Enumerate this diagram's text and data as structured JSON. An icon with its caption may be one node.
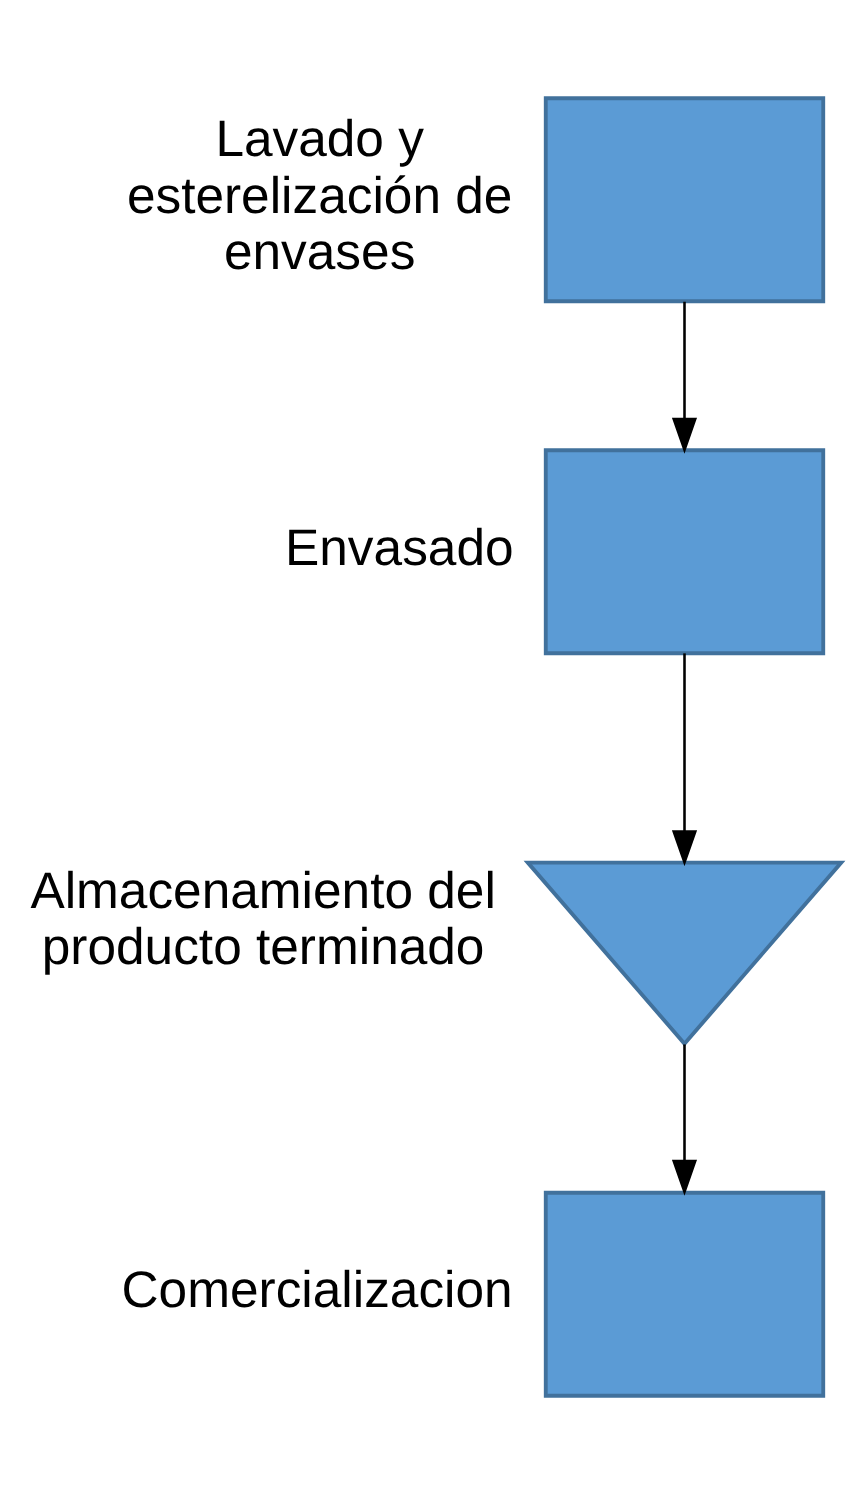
{
  "diagram": {
    "nodes": [
      {
        "text": [],
        "shape": "box",
        "beside": [
          "Lavado y esterelización de envases"
        ]
      },
      {
        "text": [],
        "shape": "box",
        "beside": [
          "Envasado"
        ]
      },
      {
        "text": [],
        "shape": "triangle",
        "beside": [
          "Almacenamiento del producto terminado"
        ]
      },
      {
        "text": [],
        "shape": "box",
        "beside": [
          "Comercializacion"
        ]
      }
    ],
    "edges": [
      {
        "from": 0,
        "to": 1,
        "arrow": "to"
      },
      {
        "from": 1,
        "to": 2,
        "arrow": "to"
      },
      {
        "from": 2,
        "to": 3,
        "arrow": "to"
      }
    ]
  }
}
